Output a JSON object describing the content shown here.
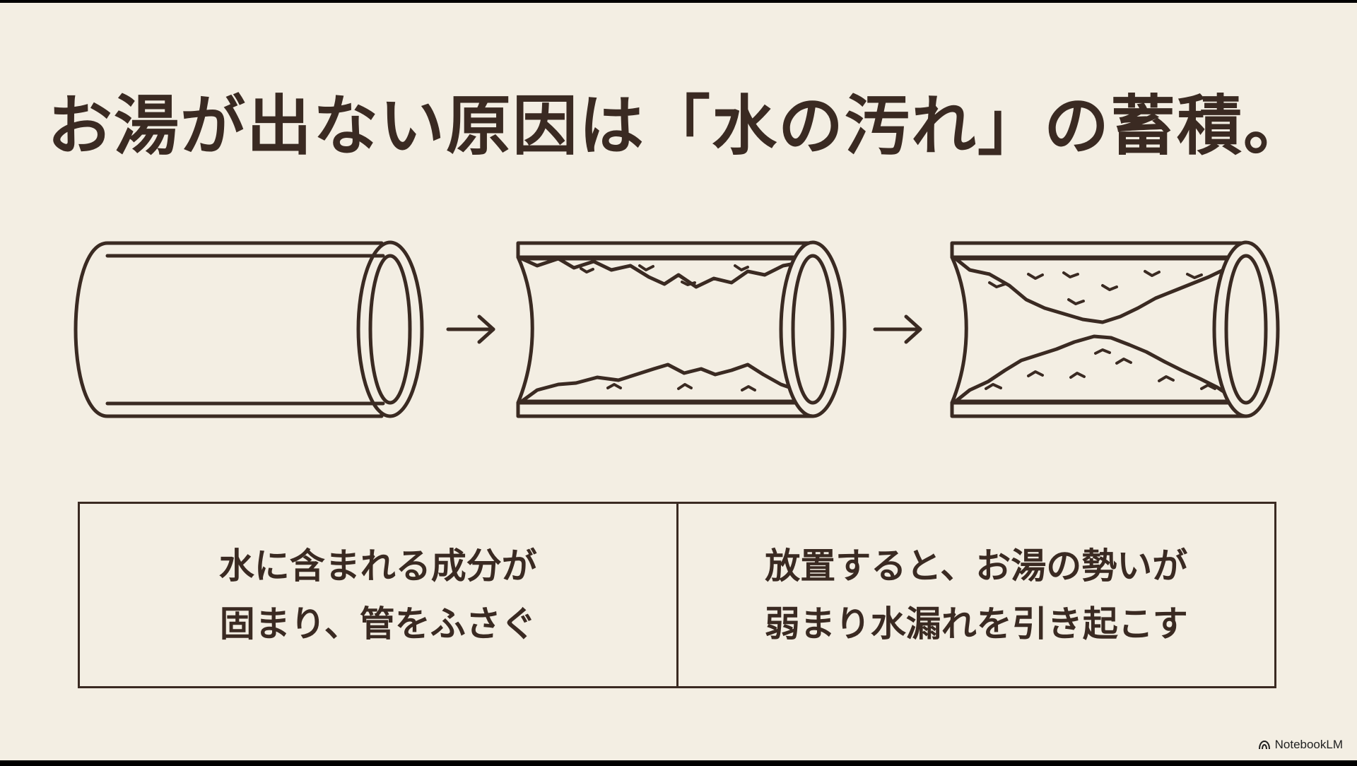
{
  "slide": {
    "title": "お湯が出ない原因は「水の汚れ」の蓄積。",
    "captions": [
      "水に含まれる成分が\n固まり、管をふさぐ",
      "放置すると、お湯の勢いが\n弱まり水漏れを引き起こす"
    ],
    "diagram": {
      "stages": [
        "clean-pipe",
        "partially-clogged-pipe",
        "heavily-clogged-pipe"
      ],
      "connector": "arrow-right-icon"
    },
    "colors": {
      "background": "#f3eee3",
      "ink": "#3a2a22"
    }
  },
  "branding": {
    "logo_text": "NotebookLM",
    "logo_icon": "notebooklm-logo-icon"
  }
}
